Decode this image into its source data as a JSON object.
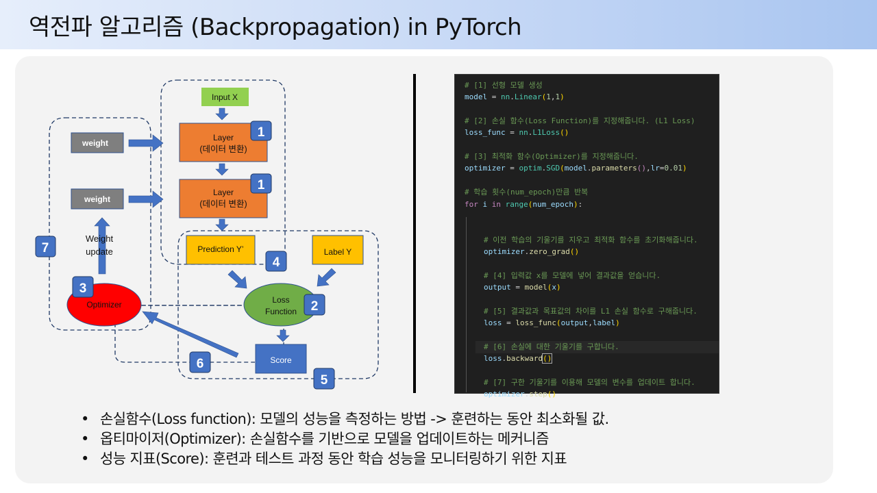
{
  "slide": {
    "title": "역전파 알고리즘 (Backpropagation) in PyTorch"
  },
  "diagram": {
    "input": "Input X",
    "layer1": [
      "Layer",
      "(데이터 변환)"
    ],
    "layer2": [
      "Layer",
      "(데이터 변환)"
    ],
    "weight1": "weight",
    "weight2": "weight",
    "weight_update": [
      "Weight",
      "update"
    ],
    "prediction": "Prediction Y’",
    "label": "Label Y",
    "loss": [
      "Loss",
      "Function"
    ],
    "optimizer": "Optimizer",
    "score": "Score",
    "badges": {
      "layer1": "1",
      "layer2": "1",
      "loss": "2",
      "optimizer": "3",
      "forward_group": "4",
      "loss_group": "5",
      "score_to_optimizer": "6",
      "optimizer_group": "7"
    },
    "colors": {
      "input": "#92d050",
      "layer": "#ed7d31",
      "weight": "#7f7f7f",
      "prediction": "#ffc000",
      "loss": "#70ad47",
      "optimizer": "#ff0000",
      "score": "#4472c4",
      "arrow": "#4472c4",
      "badge": "#4472c4"
    }
  },
  "code": {
    "lines": [
      {
        "indent": false,
        "tokens": [
          [
            "cm",
            "# [1] 선형 모델 생성"
          ]
        ]
      },
      {
        "indent": false,
        "tokens": [
          [
            "var",
            "model"
          ],
          [
            "",
            " = "
          ],
          [
            "fn",
            "nn"
          ],
          [
            "",
            "."
          ],
          [
            "fn",
            "Linear"
          ],
          [
            "par",
            "("
          ],
          [
            "num",
            "1"
          ],
          [
            "",
            ","
          ],
          [
            "num",
            "1"
          ],
          [
            "par",
            ")"
          ]
        ]
      },
      {
        "indent": false,
        "tokens": []
      },
      {
        "indent": false,
        "tokens": [
          [
            "cm",
            "# [2] 손실 함수(Loss Function)를 지정해줍니다. (L1 Loss)"
          ]
        ]
      },
      {
        "indent": false,
        "tokens": [
          [
            "var",
            "loss_func"
          ],
          [
            "",
            " = "
          ],
          [
            "fn",
            "nn"
          ],
          [
            "",
            "."
          ],
          [
            "fn",
            "L1Loss"
          ],
          [
            "par",
            "()"
          ]
        ]
      },
      {
        "indent": false,
        "tokens": []
      },
      {
        "indent": false,
        "tokens": [
          [
            "cm",
            "# [3] 최적화 함수(Optimizer)를 지정해줍니다."
          ]
        ]
      },
      {
        "indent": false,
        "tokens": [
          [
            "var",
            "optimizer"
          ],
          [
            "",
            " = "
          ],
          [
            "fn",
            "optim"
          ],
          [
            "",
            "."
          ],
          [
            "fn",
            "SGD"
          ],
          [
            "par",
            "("
          ],
          [
            "var",
            "model"
          ],
          [
            "",
            "."
          ],
          [
            "call",
            "parameters"
          ],
          [
            "kw",
            "()"
          ],
          [
            "",
            ","
          ],
          [
            "var",
            "lr"
          ],
          [
            "",
            "="
          ],
          [
            "num",
            "0.01"
          ],
          [
            "par",
            ")"
          ]
        ]
      },
      {
        "indent": false,
        "tokens": []
      },
      {
        "indent": false,
        "tokens": [
          [
            "cm",
            "# 학습 횟수(num_epoch)만큼 반복"
          ]
        ]
      },
      {
        "indent": false,
        "tokens": [
          [
            "kw",
            "for"
          ],
          [
            "",
            " "
          ],
          [
            "var",
            "i"
          ],
          [
            "",
            " "
          ],
          [
            "kw",
            "in"
          ],
          [
            "",
            " "
          ],
          [
            "fn",
            "range"
          ],
          [
            "par",
            "("
          ],
          [
            "var",
            "num_epoch"
          ],
          [
            "par",
            ")"
          ],
          [
            "",
            ":"
          ]
        ]
      },
      {
        "indent": false,
        "tokens": []
      },
      {
        "indent": true,
        "tokens": []
      },
      {
        "indent": true,
        "tokens": [
          [
            "cm",
            "# 이전 학습의 기울기를 지우고 최적화 함수를 초기화해줍니다."
          ]
        ]
      },
      {
        "indent": true,
        "tokens": [
          [
            "var",
            "optimizer"
          ],
          [
            "",
            "."
          ],
          [
            "call",
            "zero_grad"
          ],
          [
            "par",
            "()"
          ]
        ]
      },
      {
        "indent": true,
        "tokens": []
      },
      {
        "indent": true,
        "tokens": [
          [
            "cm",
            "# [4] 입력값 x를 모델에 넣어 결과값을 얻습니다."
          ]
        ]
      },
      {
        "indent": true,
        "tokens": [
          [
            "var",
            "output"
          ],
          [
            "",
            " = "
          ],
          [
            "call",
            "model"
          ],
          [
            "par",
            "("
          ],
          [
            "var",
            "x"
          ],
          [
            "par",
            ")"
          ]
        ]
      },
      {
        "indent": true,
        "tokens": []
      },
      {
        "indent": true,
        "tokens": [
          [
            "cm",
            "# [5] 결과값과 목표값의 차이를 L1 손실 함수로 구해줍니다."
          ]
        ]
      },
      {
        "indent": true,
        "tokens": [
          [
            "var",
            "loss"
          ],
          [
            "",
            " = "
          ],
          [
            "call",
            "loss_func"
          ],
          [
            "par",
            "("
          ],
          [
            "var",
            "output"
          ],
          [
            "",
            ","
          ],
          [
            "var",
            "label"
          ],
          [
            "par",
            ")"
          ]
        ]
      },
      {
        "indent": true,
        "tokens": []
      },
      {
        "indent": true,
        "tokens": [
          [
            "cm",
            "# [6] 손실에 대한 기울기를 구합니다."
          ]
        ]
      },
      {
        "indent": true,
        "tokens": [
          [
            "var",
            "loss"
          ],
          [
            "",
            "."
          ],
          [
            "call",
            "backward"
          ],
          [
            "par cursor-box",
            "()"
          ]
        ]
      },
      {
        "indent": true,
        "tokens": []
      },
      {
        "indent": true,
        "tokens": [
          [
            "cm",
            "# [7] 구한 기울기를 이용해 모델의 변수를 업데이트 합니다."
          ]
        ]
      },
      {
        "indent": true,
        "tokens": [
          [
            "var",
            "optimizer"
          ],
          [
            "",
            "."
          ],
          [
            "call",
            "step"
          ],
          [
            "par",
            "()"
          ]
        ]
      }
    ]
  },
  "bullets": [
    {
      "marker": "•",
      "text": "손실함수(Loss function): 모델의 성능을 측정하는 방법 -> 훈련하는 동안 최소화될 값."
    },
    {
      "marker": "•",
      "text": "옵티마이저(Optimizer): 손실함수를 기반으로 모델을 업데이트하는 메커니즘"
    },
    {
      "marker": "•",
      "text": "성능 지표(Score): 훈련과 테스트 과정 동안 학습 성능을 모니터링하기 위한 지표"
    }
  ]
}
